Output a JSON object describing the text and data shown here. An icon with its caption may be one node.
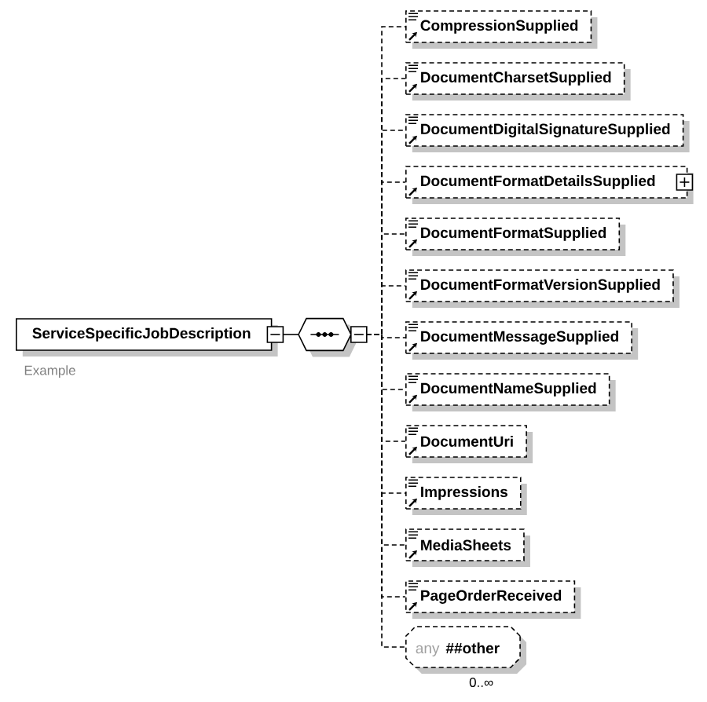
{
  "diagram": {
    "nodes": [
      {
        "text": [
          "ServiceSpecificJobDescription"
        ],
        "beside": [
          "Example"
        ]
      },
      {
        "text": [],
        "shape": "octagon"
      },
      {
        "text": [
          "CompressionSupplied"
        ]
      },
      {
        "text": [
          "DocumentCharsetSupplied"
        ]
      },
      {
        "text": [
          "DocumentDigitalSignatureSupplied"
        ]
      },
      {
        "text": [
          "DocumentFormatDetailsSupplied"
        ]
      },
      {
        "text": [
          "DocumentFormatSupplied"
        ]
      },
      {
        "text": [
          "DocumentFormatVersionSupplied"
        ]
      },
      {
        "text": [
          "DocumentMessageSupplied"
        ]
      },
      {
        "text": [
          "DocumentNameSupplied"
        ]
      },
      {
        "text": [
          "DocumentUri"
        ]
      },
      {
        "text": [
          "Impressions"
        ]
      },
      {
        "text": [
          "MediaSheets"
        ]
      },
      {
        "text": [
          "PageOrderReceived"
        ]
      },
      {
        "text": [
          "any",
          "##other"
        ],
        "beside": [
          "0..∞"
        ]
      }
    ],
    "edges": [
      {
        "from": 0,
        "to": 1,
        "arrow": "none"
      },
      {
        "from": 1,
        "to": 2,
        "arrow": "none",
        "style": "dashed"
      },
      {
        "from": 1,
        "to": 3,
        "arrow": "none",
        "style": "dashed"
      },
      {
        "from": 1,
        "to": 4,
        "arrow": "none",
        "style": "dashed"
      },
      {
        "from": 1,
        "to": 5,
        "arrow": "none",
        "style": "dashed"
      },
      {
        "from": 1,
        "to": 6,
        "arrow": "none",
        "style": "dashed"
      },
      {
        "from": 1,
        "to": 7,
        "arrow": "none",
        "style": "dashed"
      },
      {
        "from": 1,
        "to": 8,
        "arrow": "none",
        "style": "dashed"
      },
      {
        "from": 1,
        "to": 9,
        "arrow": "none",
        "style": "dashed"
      },
      {
        "from": 1,
        "to": 10,
        "arrow": "none",
        "style": "dashed"
      },
      {
        "from": 1,
        "to": 11,
        "arrow": "none",
        "style": "dashed"
      },
      {
        "from": 1,
        "to": 12,
        "arrow": "none",
        "style": "dashed"
      },
      {
        "from": 1,
        "to": 13,
        "arrow": "none",
        "style": "dashed"
      },
      {
        "from": 1,
        "to": 14,
        "arrow": "none",
        "style": "dashed"
      }
    ]
  }
}
